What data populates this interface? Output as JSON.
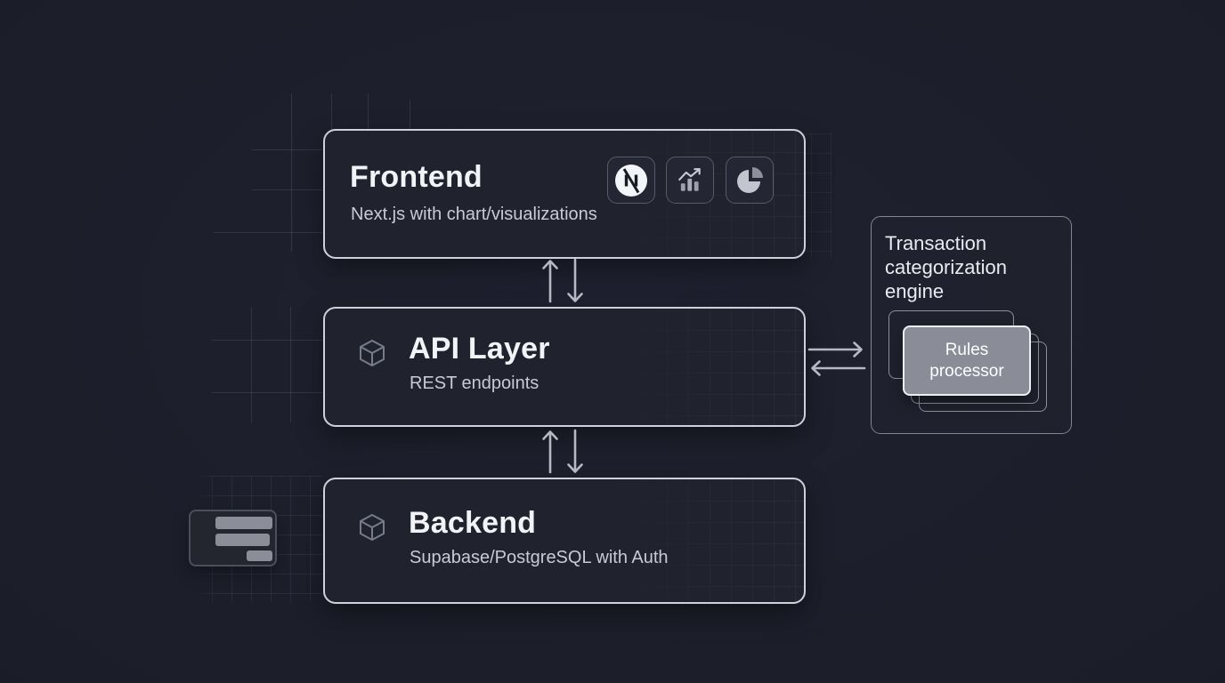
{
  "diagram": {
    "nodes": [
      {
        "id": "frontend",
        "title": "Frontend",
        "subtitle": "Next.js with chart/visualizations",
        "icons": [
          "nextjs-logo",
          "bar-chart",
          "pie-chart"
        ]
      },
      {
        "id": "api-layer",
        "title": "API Layer",
        "subtitle": "REST endpoints",
        "icon": "cube"
      },
      {
        "id": "backend",
        "title": "Backend",
        "subtitle": "Supabase/PostgreSQL with Auth",
        "icon": "cube"
      }
    ],
    "side_panel": {
      "title": "Transaction categorization engine",
      "stacked_card_label": "Rules processor"
    },
    "connections": [
      {
        "from": "frontend",
        "to": "api-layer",
        "type": "bidirectional-vertical"
      },
      {
        "from": "api-layer",
        "to": "backend",
        "type": "bidirectional-vertical"
      },
      {
        "from": "api-layer",
        "to": "transaction-categorization-engine",
        "type": "bidirectional-horizontal"
      }
    ],
    "colors": {
      "background": "#1c1e29",
      "node_fill": "#20222d",
      "node_border": "#ced1db",
      "panel_border": "#818492",
      "title_text": "#f2f3f7",
      "subtitle_text": "#c8cbd5",
      "rules_card_fill": "#8a8d97",
      "rules_card_border": "#eceef3",
      "arrow": "#b6b9c4",
      "grid_line": "#3a3e52"
    }
  }
}
